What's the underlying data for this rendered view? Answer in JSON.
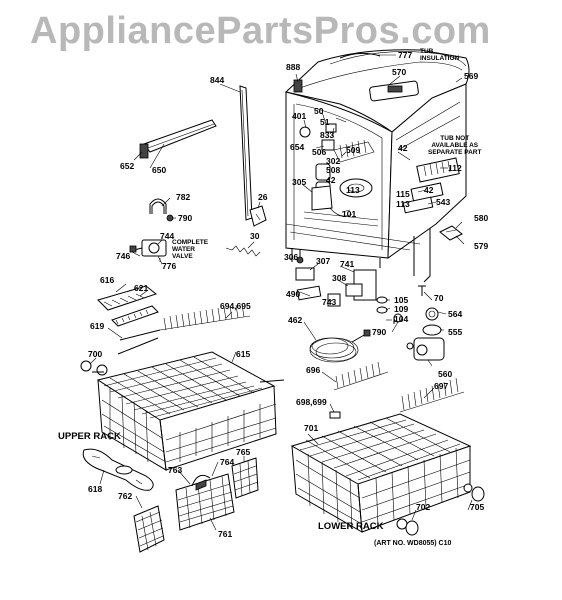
{
  "watermark": "AppliancePartsPros.com",
  "art_no": "(ART NO. WD8055) C10",
  "headings": {
    "upper_rack": "UPPER RACK",
    "lower_rack": "LOWER RACK"
  },
  "notes": {
    "tub_insulation": "TUB\nINSULATION",
    "tub_not_available": "TUB NOT\nAVAILABLE AS\nSEPARATE PART",
    "complete_water_valve": "COMPLETE\nWATER\nVALVE"
  },
  "callouts": {
    "p777": "777",
    "p570": "570",
    "p569": "569",
    "p888": "888",
    "p844": "844",
    "p50": "50",
    "p51": "51",
    "p401": "401",
    "p833": "833",
    "p654": "654",
    "p506": "506",
    "p509": "509",
    "p302": "302",
    "p508": "508",
    "p42a": "42",
    "p42b": "42",
    "p42c": "42",
    "p112": "112",
    "p305": "305",
    "p113a": "113",
    "p113b": "113",
    "p115": "115",
    "p543": "543",
    "p101": "101",
    "p652": "652",
    "p650": "650",
    "p26": "26",
    "p782": "782",
    "p790a": "790",
    "p790b": "790",
    "p30": "30",
    "p744": "744",
    "p746": "746",
    "p776": "776",
    "p580": "580",
    "p579": "579",
    "p306": "306",
    "p307": "307",
    "p741": "741",
    "p308": "308",
    "p490": "490",
    "p743": "743",
    "p70": "70",
    "p105": "105",
    "p109": "109",
    "p104": "104",
    "p564": "564",
    "p555": "555",
    "p560": "560",
    "p616": "616",
    "p621": "621",
    "p619": "619",
    "p694": "694,695",
    "p700": "700",
    "p615": "615",
    "p462": "462",
    "p696": "696",
    "p697": "697",
    "p698": "698,699",
    "p701": "701",
    "p618": "618",
    "p765": "765",
    "p764": "764",
    "p763": "763",
    "p762": "762",
    "p761": "761",
    "p702": "702",
    "p705": "705"
  }
}
